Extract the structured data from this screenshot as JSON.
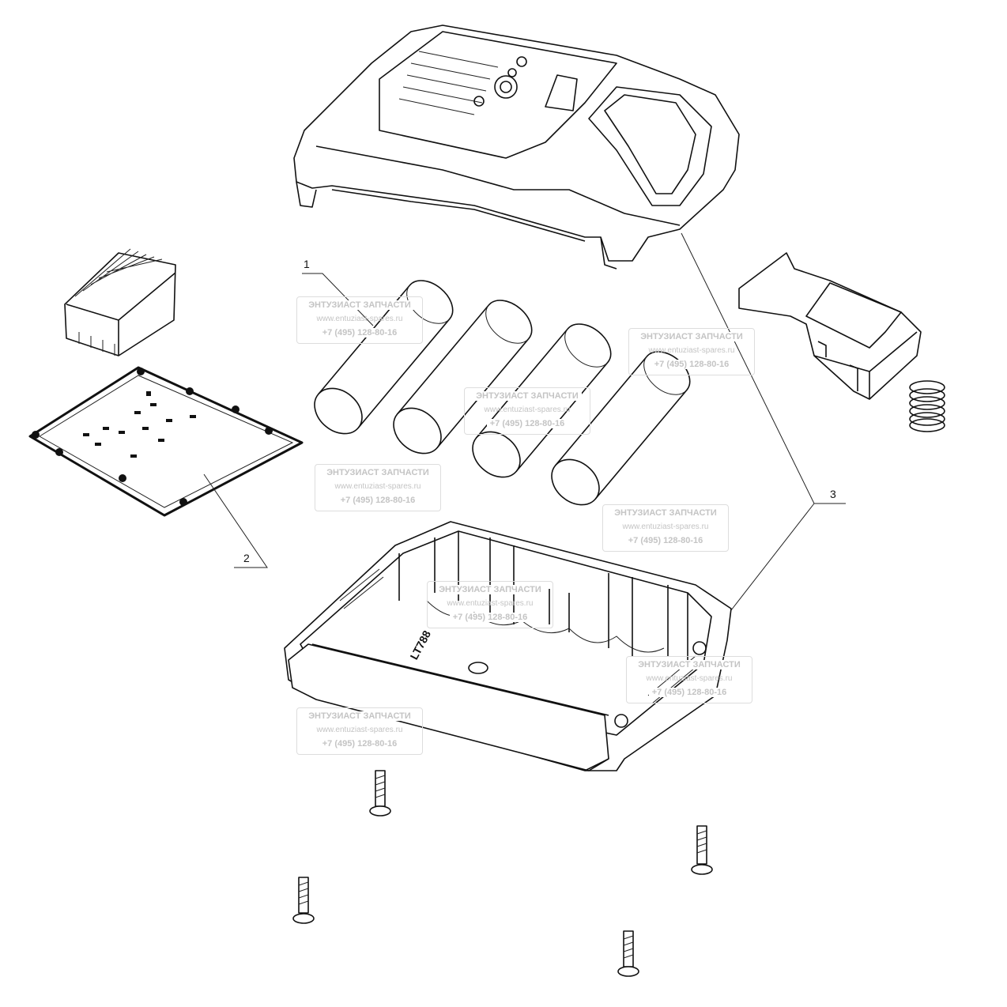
{
  "diagram": {
    "callouts": [
      {
        "id": "1",
        "part": "battery-cells"
      },
      {
        "id": "2",
        "part": "circuit-board"
      },
      {
        "id": "3",
        "part": "housing"
      }
    ],
    "case_marking": "LT788",
    "watermark": {
      "company": "ЭНТУЗИАСТ ЗАПЧАСТИ",
      "website": "www.entuziast-spares.ru",
      "phone": "+7 (495) 128-80-16"
    }
  }
}
